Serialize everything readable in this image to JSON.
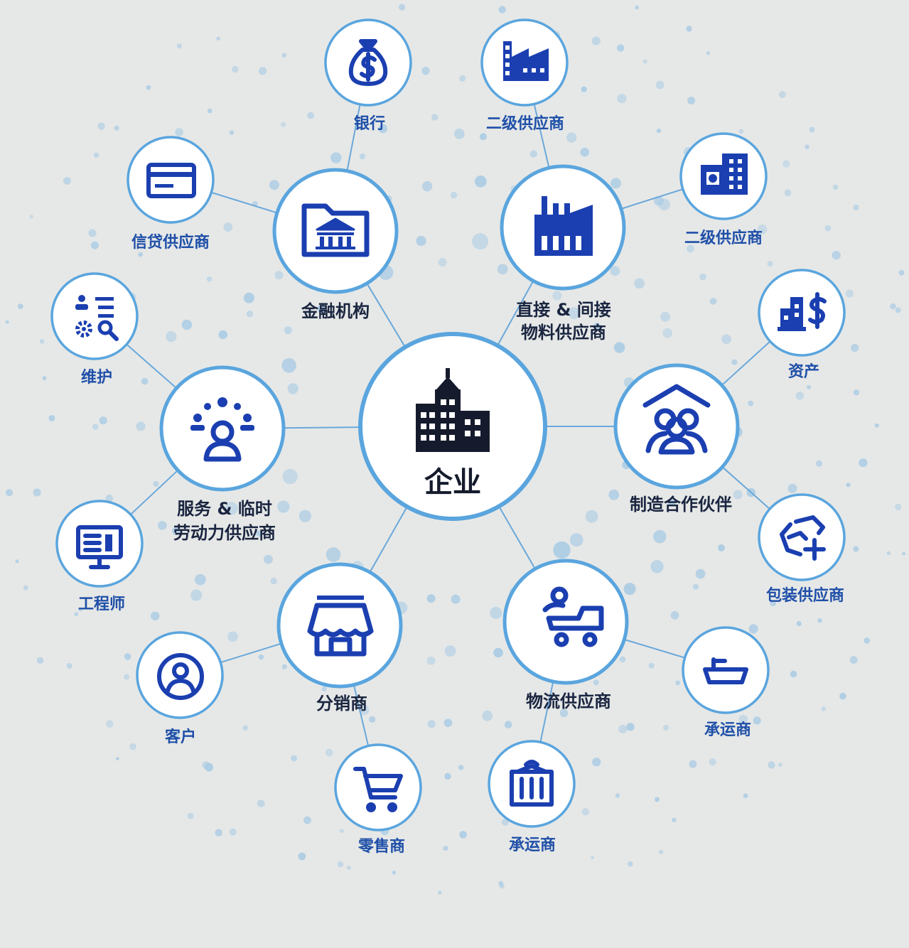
{
  "colors": {
    "background": "#e6e8e7",
    "node_fill": "#ffffff",
    "ring": "#5aa5de",
    "icon": "#1b3fb0",
    "center_icon": "#151b2c",
    "label_outer": "#1f4fa8",
    "label_mid": "#1a2540",
    "dot": "#a9cbe4"
  },
  "center": {
    "label": "企业",
    "icon": "office-building-icon"
  },
  "mid_nodes": [
    {
      "key": "finance",
      "lines": [
        "金融机构"
      ],
      "icon": "bank-folder-icon"
    },
    {
      "key": "materials",
      "lines": [
        "直接 & 间接",
        "物料供应商"
      ],
      "icon": "factory-icon"
    },
    {
      "key": "manufacturing",
      "lines": [
        "制造合作伙伴"
      ],
      "icon": "partner-group-icon"
    },
    {
      "key": "logistics",
      "lines": [
        "物流供应商"
      ],
      "icon": "delivery-cart-icon"
    },
    {
      "key": "distributor",
      "lines": [
        "分销商"
      ],
      "icon": "storefront-icon"
    },
    {
      "key": "services",
      "lines": [
        "服务 & 临时",
        "劳动力供应商"
      ],
      "icon": "workforce-icon"
    }
  ],
  "outer_nodes": [
    {
      "key": "bank",
      "parent": "finance",
      "label": "银行",
      "icon": "money-bag-icon"
    },
    {
      "key": "credit",
      "parent": "finance",
      "label": "信贷供应商",
      "icon": "credit-card-icon"
    },
    {
      "key": "tier2-a",
      "parent": "materials",
      "label": "二级供应商",
      "icon": "small-factory-icon"
    },
    {
      "key": "tier2-b",
      "parent": "materials",
      "label": "二级供应商",
      "icon": "office-block-icon"
    },
    {
      "key": "assets",
      "parent": "manufacturing",
      "label": "资产",
      "icon": "building-dollar-icon"
    },
    {
      "key": "packaging",
      "parent": "manufacturing",
      "label": "包装供应商",
      "icon": "package-add-icon"
    },
    {
      "key": "carrier-ship",
      "parent": "logistics",
      "label": "承运商",
      "icon": "ship-icon"
    },
    {
      "key": "carrier-container",
      "parent": "logistics",
      "label": "承运商",
      "icon": "cargo-container-icon"
    },
    {
      "key": "retail",
      "parent": "distributor",
      "label": "零售商",
      "icon": "shopping-cart-icon"
    },
    {
      "key": "customer",
      "parent": "distributor",
      "label": "客户",
      "icon": "user-circle-icon"
    },
    {
      "key": "engineer",
      "parent": "services",
      "label": "工程师",
      "icon": "monitor-icon"
    },
    {
      "key": "maintenance",
      "parent": "services",
      "label": "维护",
      "icon": "settings-list-icon"
    }
  ]
}
